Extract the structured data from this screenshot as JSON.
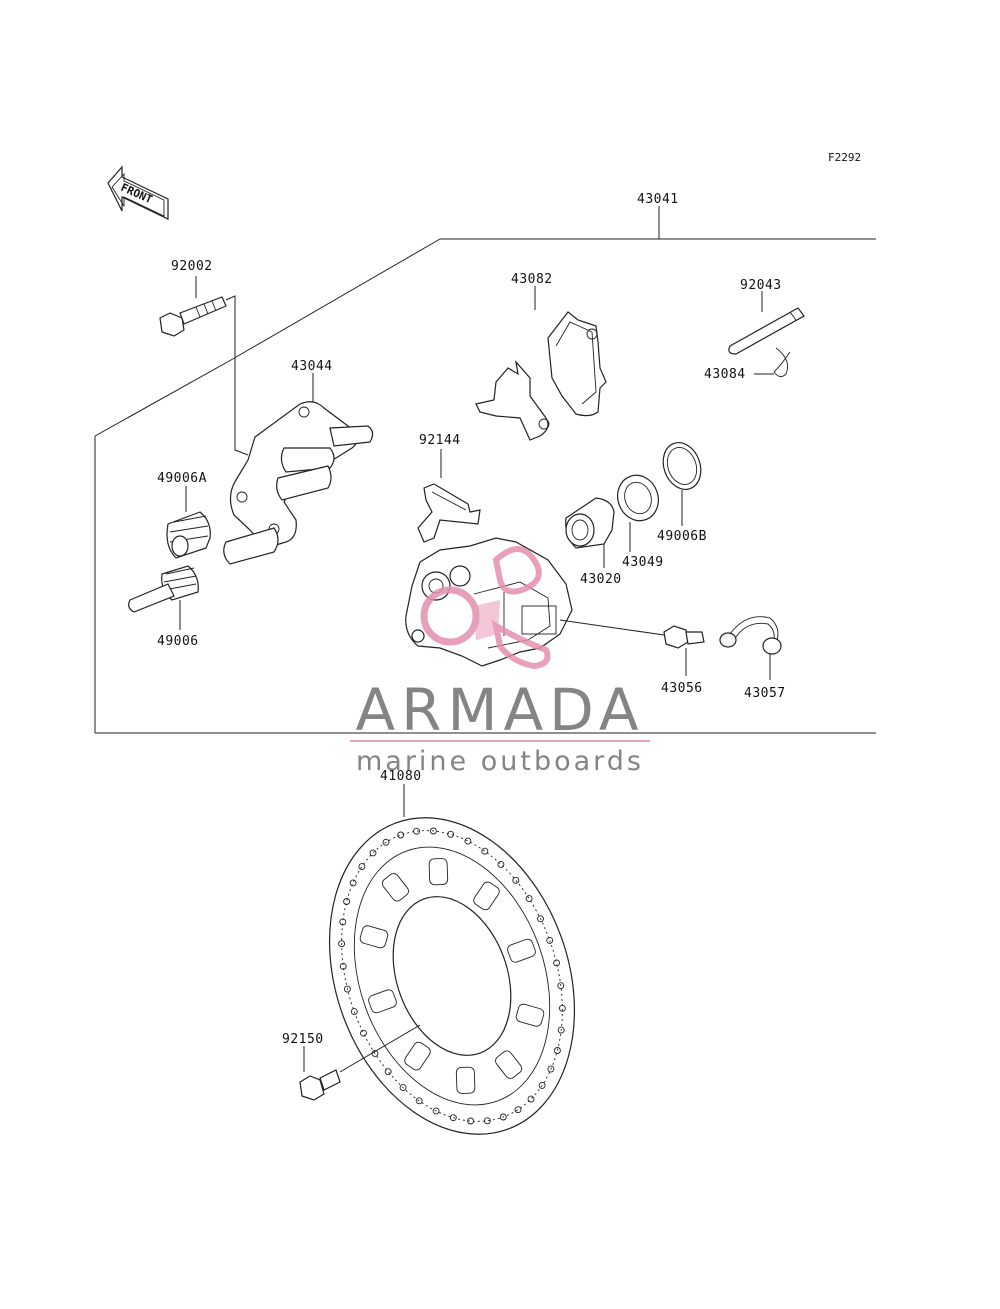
{
  "figure": {
    "reference_code": "F2292",
    "front_label": "FRONT"
  },
  "parts": [
    {
      "id": "p43041",
      "number": "43041"
    },
    {
      "id": "p92002",
      "number": "92002"
    },
    {
      "id": "p43082",
      "number": "43082"
    },
    {
      "id": "p92043",
      "number": "92043"
    },
    {
      "id": "p43084",
      "number": "43084"
    },
    {
      "id": "p43044",
      "number": "43044"
    },
    {
      "id": "p92144",
      "number": "92144"
    },
    {
      "id": "p49006A",
      "number": "49006A"
    },
    {
      "id": "p49006B",
      "number": "49006B"
    },
    {
      "id": "p43049",
      "number": "43049"
    },
    {
      "id": "p43020",
      "number": "43020"
    },
    {
      "id": "p49006",
      "number": "49006"
    },
    {
      "id": "p43056",
      "number": "43056"
    },
    {
      "id": "p43057",
      "number": "43057"
    },
    {
      "id": "p41080",
      "number": "41080"
    },
    {
      "id": "p92150",
      "number": "92150"
    }
  ],
  "watermark": {
    "brand": "ARMADA",
    "tagline": "marine outboards",
    "brand_color": "#777777",
    "accent_color": "#e58fb0"
  }
}
